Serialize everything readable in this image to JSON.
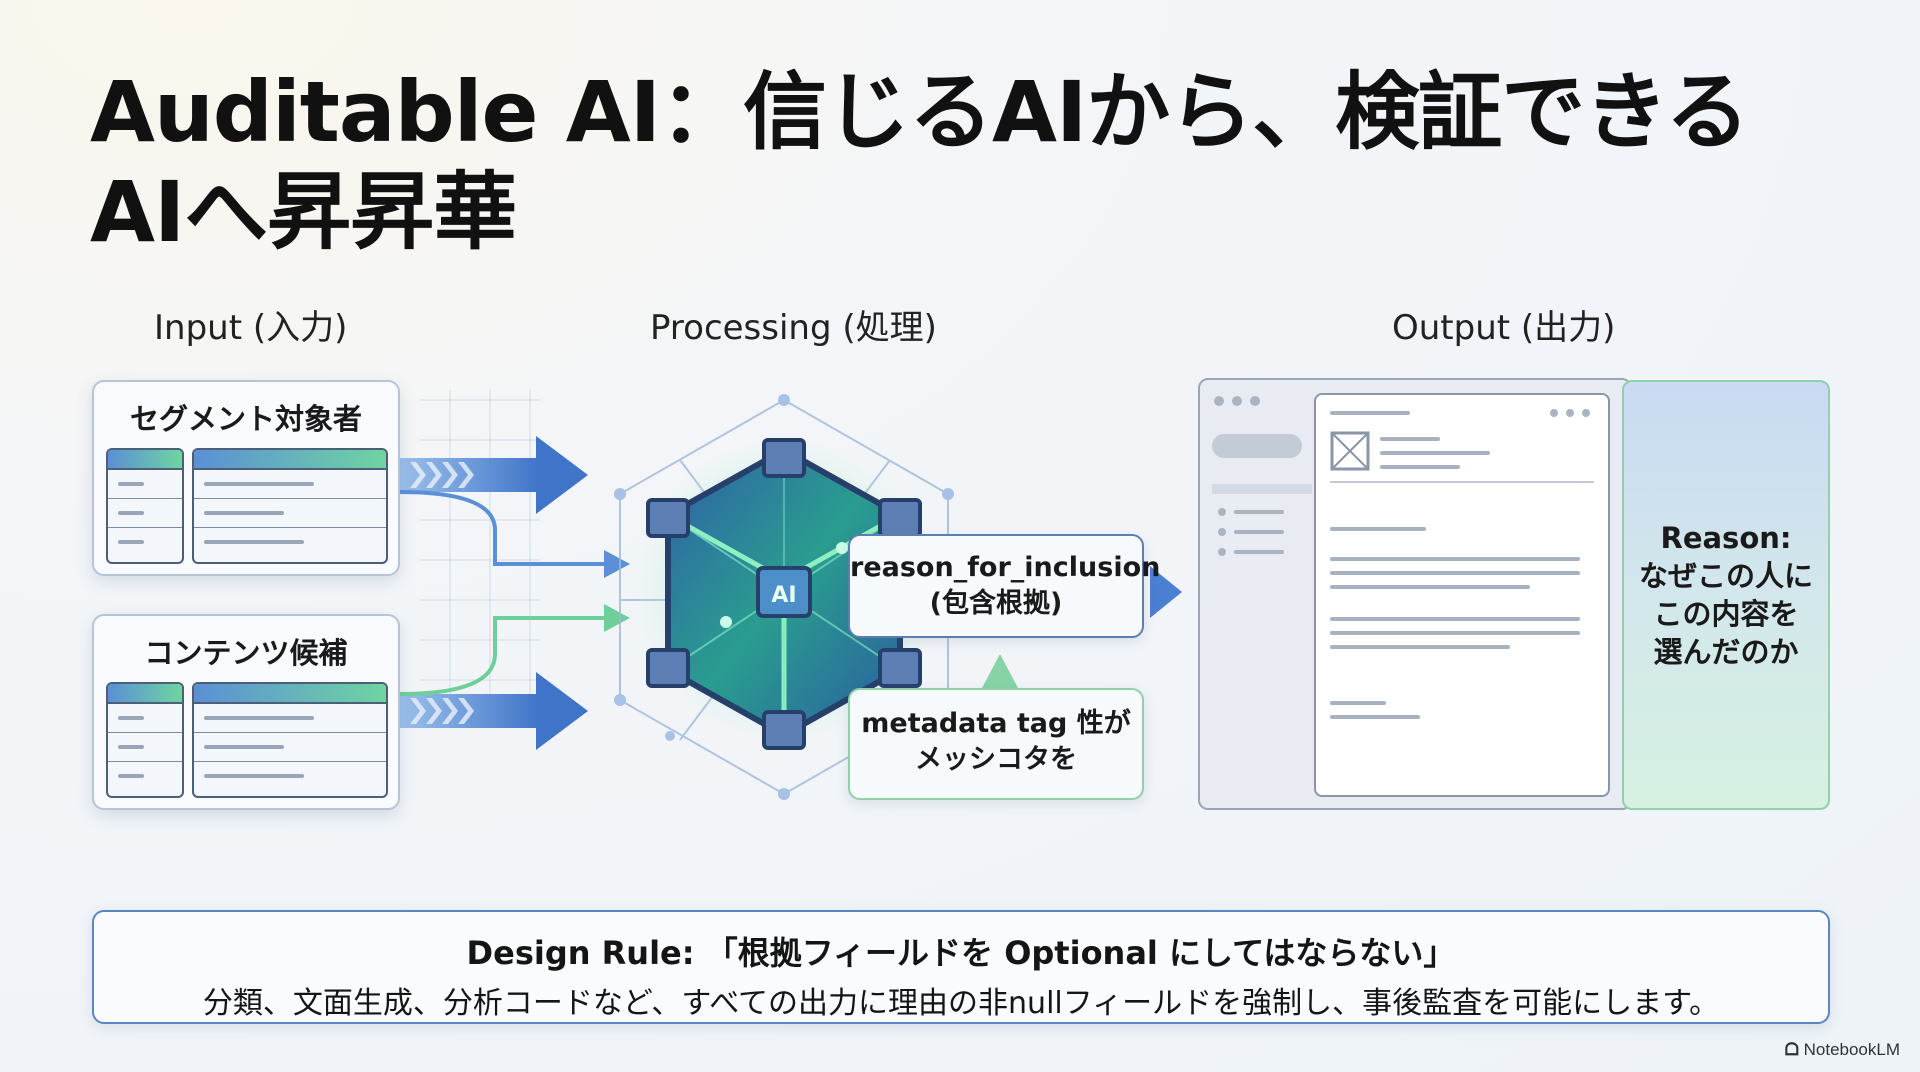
{
  "title": "Auditable AI：信じるAIから、検証できるAIへ昇昇華",
  "columns": {
    "input": "Input (入力)",
    "processing": "Processing (処理)",
    "output": "Output (出力)"
  },
  "input_cards": [
    {
      "label": "セグメント対象者"
    },
    {
      "label": "コンテンツ候補"
    }
  ],
  "cube": {
    "label": "AI"
  },
  "callouts": {
    "reason_line1": "reason_for_inclusion",
    "reason_line2": "(包含根拠)",
    "meta_line1": "metadata  tag 性が",
    "meta_line2": "メッシコタを"
  },
  "reason_panel": {
    "line1": "Reason:",
    "line2": "なぜこの人に",
    "line3": "この内容を",
    "line4": "選んだのか"
  },
  "design_rule": {
    "title": "Design Rule: 「根拠フィールドを Optional にしてはならない」",
    "body": "分類、文面生成、分析コードなど、すべての出力に理由の非nullフィールドを強制し、事後監査を可能にします。"
  },
  "watermark": "NotebookLM",
  "colors": {
    "accent_blue": "#4a7fd4",
    "accent_green": "#6fd4a0",
    "border": "#b6c4d6"
  }
}
